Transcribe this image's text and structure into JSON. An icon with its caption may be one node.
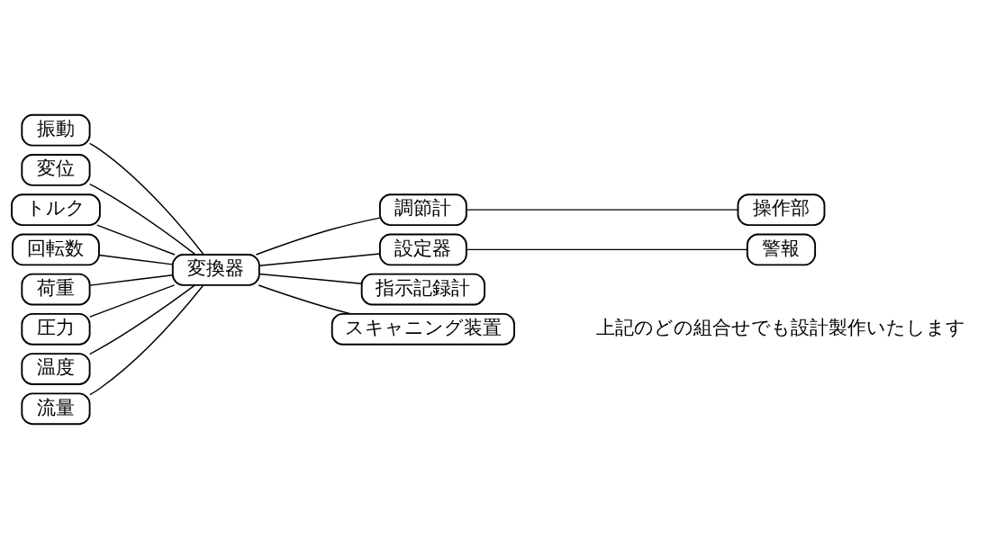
{
  "diagram": {
    "nodes": [
      {
        "text": [
          "振動"
        ]
      },
      {
        "text": [
          "変位"
        ]
      },
      {
        "text": [
          "トルク"
        ]
      },
      {
        "text": [
          "回転数"
        ]
      },
      {
        "text": [
          "荷重"
        ]
      },
      {
        "text": [
          "圧力"
        ]
      },
      {
        "text": [
          "温度"
        ]
      },
      {
        "text": [
          "流量"
        ]
      },
      {
        "text": [
          "変換器"
        ]
      },
      {
        "text": [
          "調節計"
        ]
      },
      {
        "text": [
          "操作部"
        ]
      },
      {
        "text": [
          "設定器"
        ]
      },
      {
        "text": [
          "警報"
        ]
      },
      {
        "text": [
          "指示記録計"
        ]
      },
      {
        "text": [
          "スキャニング装置"
        ]
      }
    ],
    "edges": [
      {
        "from": 0,
        "to": 8,
        "arrow": "none"
      },
      {
        "from": 1,
        "to": 8,
        "arrow": "none"
      },
      {
        "from": 2,
        "to": 8,
        "arrow": "none"
      },
      {
        "from": 3,
        "to": 8,
        "arrow": "none"
      },
      {
        "from": 4,
        "to": 8,
        "arrow": "none"
      },
      {
        "from": 5,
        "to": 8,
        "arrow": "none"
      },
      {
        "from": 6,
        "to": 8,
        "arrow": "none"
      },
      {
        "from": 7,
        "to": 8,
        "arrow": "none"
      },
      {
        "from": 8,
        "to": 9,
        "arrow": "none"
      },
      {
        "from": 9,
        "to": 10,
        "arrow": "none"
      },
      {
        "from": 8,
        "to": 11,
        "arrow": "none"
      },
      {
        "from": 11,
        "to": 12,
        "arrow": "none"
      },
      {
        "from": 8,
        "to": 13,
        "arrow": "none"
      },
      {
        "from": 8,
        "to": 14,
        "arrow": "none"
      }
    ],
    "labels": [
      "上記のどの組合せでも設計製作いたします"
    ]
  }
}
